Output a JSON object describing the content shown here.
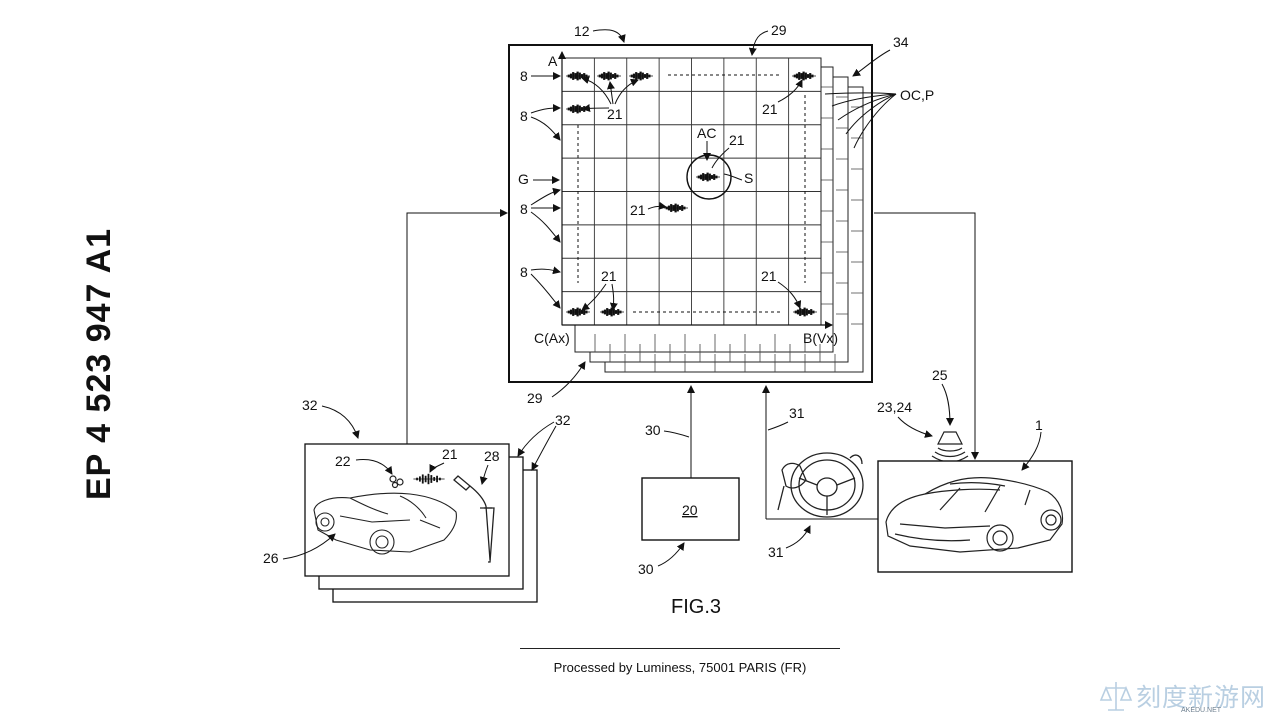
{
  "document": {
    "patent_number": "EP 4 523 947 A1",
    "figure_label": "FIG.3",
    "footer": "Processed by Luminess, 75001 PARIS (FR)"
  },
  "watermark": {
    "text": "刻度新游网",
    "subtext": "AKEDU.NET",
    "icon": "scale-icon"
  },
  "figure": {
    "refs": {
      "r12": "12",
      "r29_top": "29",
      "r34": "34",
      "r_a": "A",
      "r_g": "G",
      "r_oc": "OC,P",
      "r_ac": "AC",
      "r_s": "S",
      "r_cax": "C(Ax)",
      "r_bvx": "B(Vx)",
      "r29_bottom": "29",
      "r8": [
        "8",
        "8",
        "8",
        "8"
      ],
      "r21": [
        "21",
        "21",
        "21",
        "21",
        "21",
        "21"
      ],
      "r32_left": "32",
      "r32_right": "32",
      "r22": "22",
      "r21_card": "21",
      "r28": "28",
      "r26": "26",
      "r30_top": "30",
      "r20": "20",
      "r30_bottom": "30",
      "r31_top": "31",
      "r31_bottom": "31",
      "r25": "25",
      "r2324": "23,24",
      "r1": "1"
    }
  }
}
